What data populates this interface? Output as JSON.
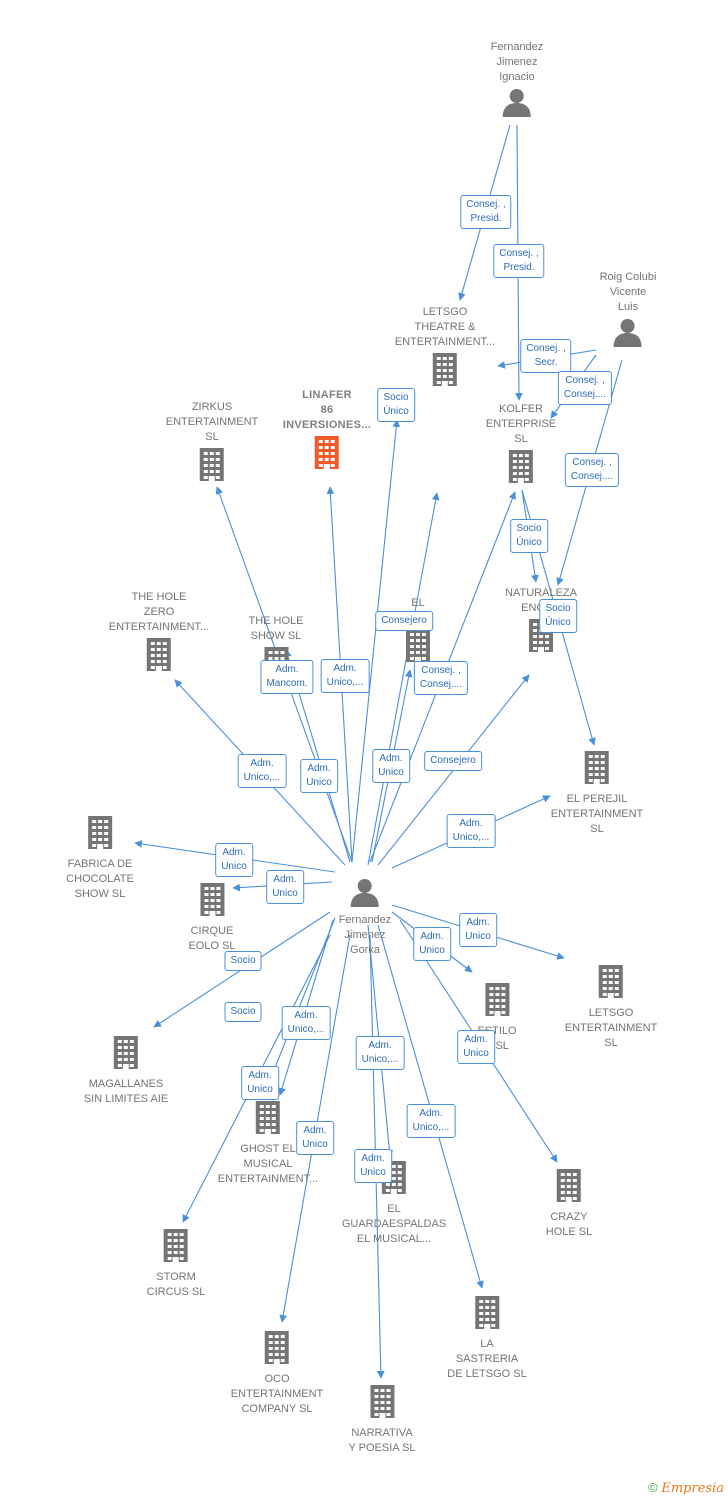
{
  "colors": {
    "edge": "#4a90d9",
    "node_icon": "#757575",
    "highlight_icon": "#f05a28"
  },
  "nodes": [
    {
      "id": "fernandez-jimenez-ignacio",
      "type": "person",
      "label": "Fernandez\nJimenez\nIgnacio"
    },
    {
      "id": "roig-colubi-vicente-luis",
      "type": "person",
      "label": "Roig Colubi\nVicente\nLuis"
    },
    {
      "id": "fernandez-jimenez-gorka",
      "type": "person",
      "label": "Fernandez\nJimenez\nGorka"
    },
    {
      "id": "letsgo-theatre",
      "type": "company",
      "label": "LETSGO\nTHEATRE &\nENTERTAINMENT..."
    },
    {
      "id": "linafer",
      "type": "company",
      "label": "LINAFER\n86\nINVERSIONES...",
      "highlight": true
    },
    {
      "id": "zirkus",
      "type": "company",
      "label": "ZIRKUS\nENTERTAINMENT\nSL"
    },
    {
      "id": "kolfer",
      "type": "company",
      "label": "KOLFER\nENTERPRISE\nSL"
    },
    {
      "id": "the-hole-zero",
      "type": "company",
      "label": "THE HOLE\nZERO\nENTERTAINMENT..."
    },
    {
      "id": "the-hole-show",
      "type": "company",
      "label": "THE HOLE\nSHOW SL"
    },
    {
      "id": "el-sl",
      "type": "company",
      "label": "EL\n          SL"
    },
    {
      "id": "naturaleza",
      "type": "company",
      "label": "NATURALEZA\nENCE..."
    },
    {
      "id": "el-perejil",
      "type": "company",
      "label": "EL PEREJIL\nENTERTAINMENT\nSL"
    },
    {
      "id": "fabrica-chocolate",
      "type": "company",
      "label": "FABRICA DE\nCHOCOLATE\nSHOW  SL"
    },
    {
      "id": "cirque-eolo",
      "type": "company",
      "label": "CIRQUE\nEOLO SL"
    },
    {
      "id": "estilo",
      "type": "company",
      "label": "ESTILO\n    K  SL"
    },
    {
      "id": "letsgo-entertainment",
      "type": "company",
      "label": "LETSGO\nENTERTAINMENT\nSL"
    },
    {
      "id": "magallanes",
      "type": "company",
      "label": "MAGALLANES\nSIN LIMITES AIE"
    },
    {
      "id": "ghost-el-musical",
      "type": "company",
      "label": "GHOST EL\nMUSICAL\nENTERTAINMENT..."
    },
    {
      "id": "el-guardaespaldas",
      "type": "company",
      "label": "EL\nGUARDAESPALDAS\nEL MUSICAL..."
    },
    {
      "id": "crazy-hole",
      "type": "company",
      "label": "CRAZY\nHOLE SL"
    },
    {
      "id": "storm-circus",
      "type": "company",
      "label": "STORM\nCIRCUS SL"
    },
    {
      "id": "la-sastreria",
      "type": "company",
      "label": "LA\nSASTRERIA\nDE LETSGO  SL"
    },
    {
      "id": "oco-entertainment",
      "type": "company",
      "label": "OCO\nENTERTAINMENT\nCOMPANY  SL"
    },
    {
      "id": "narrativa-poesia",
      "type": "company",
      "label": "NARRATIVA\nY POESIA SL"
    }
  ],
  "edges": [
    {
      "from": "fernandez-jimenez-ignacio",
      "to": "letsgo-theatre",
      "label": "Consej. ,\nPresid."
    },
    {
      "from": "fernandez-jimenez-ignacio",
      "to": "kolfer",
      "label": "Consej. ,\nPresid."
    },
    {
      "from": "roig-colubi-vicente-luis",
      "to": "letsgo-theatre",
      "label": "Consej. ,\nSecr."
    },
    {
      "from": "roig-colubi-vicente-luis",
      "to": "kolfer",
      "label": "Consej. ,\nConsej...."
    },
    {
      "from": "roig-colubi-vicente-luis",
      "to": "naturaleza",
      "label": "Consej. ,\nConsej...."
    },
    {
      "from": "fernandez-jimenez-gorka",
      "to": "linafer",
      "label": "Socio\nÚnico"
    },
    {
      "from": "kolfer",
      "to": "naturaleza",
      "label": "Socio\nÚnico"
    },
    {
      "from": "kolfer",
      "to": "el-perejil",
      "label": "Socio\nÚnico"
    },
    {
      "from": "fernandez-jimenez-gorka",
      "to": "letsgo-theatre",
      "label": "Consejero"
    },
    {
      "from": "fernandez-jimenez-gorka",
      "to": "zirkus",
      "label": "Adm.\nMancom."
    },
    {
      "from": "fernandez-jimenez-gorka",
      "to": "the-hole-show",
      "label": "Adm.\nUnico,..."
    },
    {
      "from": "fernandez-jimenez-gorka",
      "to": "kolfer",
      "label": "Consej. ,\nConsej...."
    },
    {
      "from": "fernandez-jimenez-gorka",
      "to": "the-hole-zero",
      "label": "Adm.\nUnico,..."
    },
    {
      "from": "fernandez-jimenez-gorka",
      "to": "the-hole-show",
      "label": "Adm.\nUnico"
    },
    {
      "from": "fernandez-jimenez-gorka",
      "to": "el-sl",
      "label": "Adm.\nUnico"
    },
    {
      "from": "fernandez-jimenez-gorka",
      "to": "naturaleza",
      "label": "Consejero"
    },
    {
      "from": "fernandez-jimenez-gorka",
      "to": "el-perejil",
      "label": "Adm.\nUnico,..."
    },
    {
      "from": "fernandez-jimenez-gorka",
      "to": "fabrica-chocolate",
      "label": "Adm.\nUnico"
    },
    {
      "from": "fernandez-jimenez-gorka",
      "to": "cirque-eolo",
      "label": "Adm.\nUnico"
    },
    {
      "from": "fernandez-jimenez-gorka",
      "to": "letsgo-entertainment",
      "label": "Adm.\nUnico"
    },
    {
      "from": "fernandez-jimenez-gorka",
      "to": "estilo",
      "label": "Adm.\nUnico"
    },
    {
      "from": "fernandez-jimenez-gorka",
      "to": "magallanes",
      "label": "Socio"
    },
    {
      "from": "fernandez-jimenez-gorka",
      "to": "ghost-el-musical",
      "label": "Socio"
    },
    {
      "from": "fernandez-jimenez-gorka",
      "to": "ghost-el-musical",
      "label": "Adm.\nUnico,..."
    },
    {
      "from": "fernandez-jimenez-gorka",
      "to": "crazy-hole",
      "label": "Adm.\nUnico"
    },
    {
      "from": "fernandez-jimenez-gorka",
      "to": "el-guardaespaldas",
      "label": "Adm.\nUnico,..."
    },
    {
      "from": "fernandez-jimenez-gorka",
      "to": "storm-circus",
      "label": "Adm.\nUnico"
    },
    {
      "from": "fernandez-jimenez-gorka",
      "to": "la-sastreria",
      "label": "Adm.\nUnico,..."
    },
    {
      "from": "fernandez-jimenez-gorka",
      "to": "oco-entertainment",
      "label": "Adm.\nUnico"
    },
    {
      "from": "fernandez-jimenez-gorka",
      "to": "narrativa-poesia",
      "label": "Adm.\nUnico"
    }
  ],
  "footer": {
    "copyright": "©",
    "brand": "Empresia"
  }
}
